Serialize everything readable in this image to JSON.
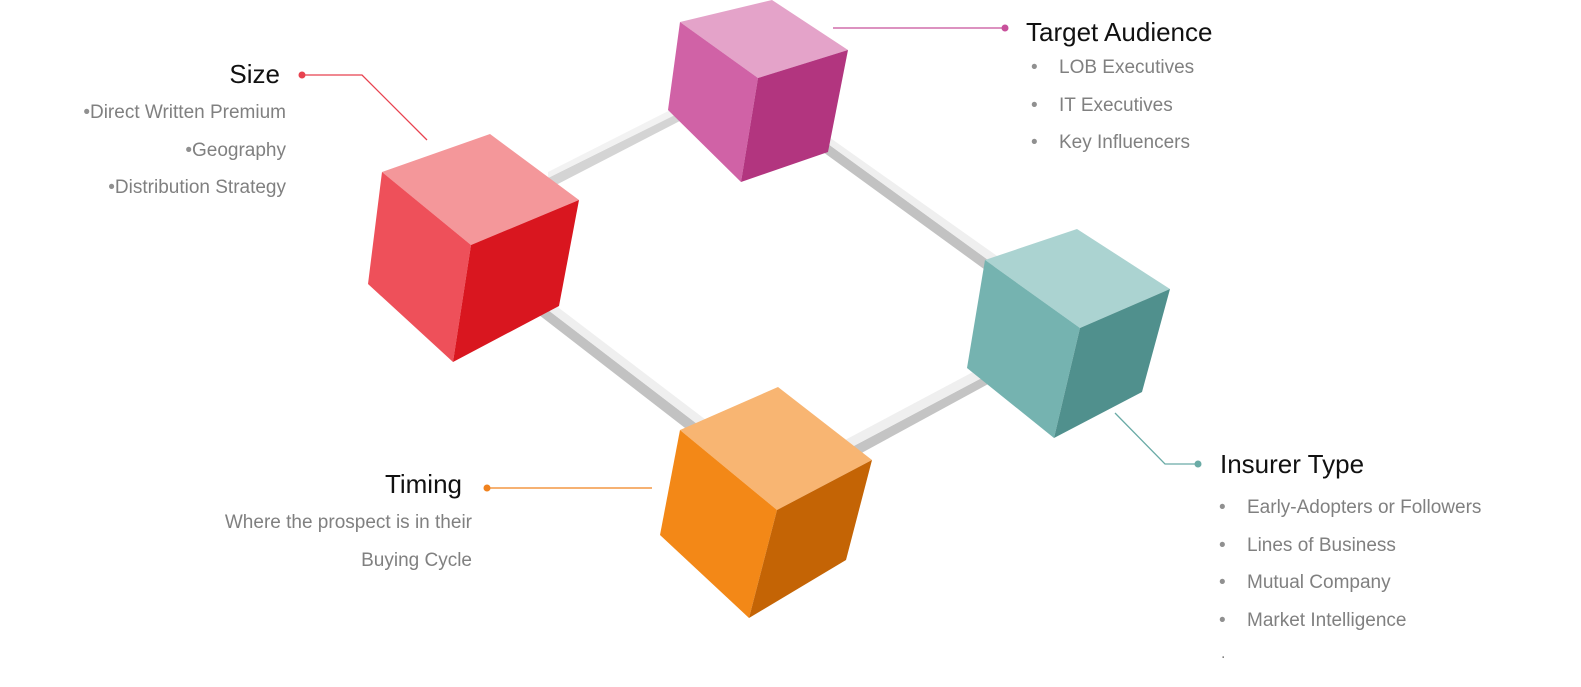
{
  "colors": {
    "size": "#E8424F",
    "target": "#C8509B",
    "insurer": "#6AABA6",
    "timing": "#F0821E",
    "connector": "#C8C8C8"
  },
  "sections": {
    "size": {
      "title": "Size",
      "items": [
        "Direct Written Premium",
        "Geography",
        "Distribution Strategy"
      ]
    },
    "target": {
      "title": "Target Audience",
      "items": [
        "LOB Executives",
        "IT Executives",
        "Key Influencers"
      ]
    },
    "insurer": {
      "title": "Insurer Type",
      "items": [
        "Early-Adopters or Followers",
        "Lines of Business",
        "Mutual Company",
        "Market Intelligence"
      ],
      "trailing": "."
    },
    "timing": {
      "title": "Timing",
      "line1": "Where the prospect is in their",
      "line2": "Buying Cycle"
    }
  }
}
